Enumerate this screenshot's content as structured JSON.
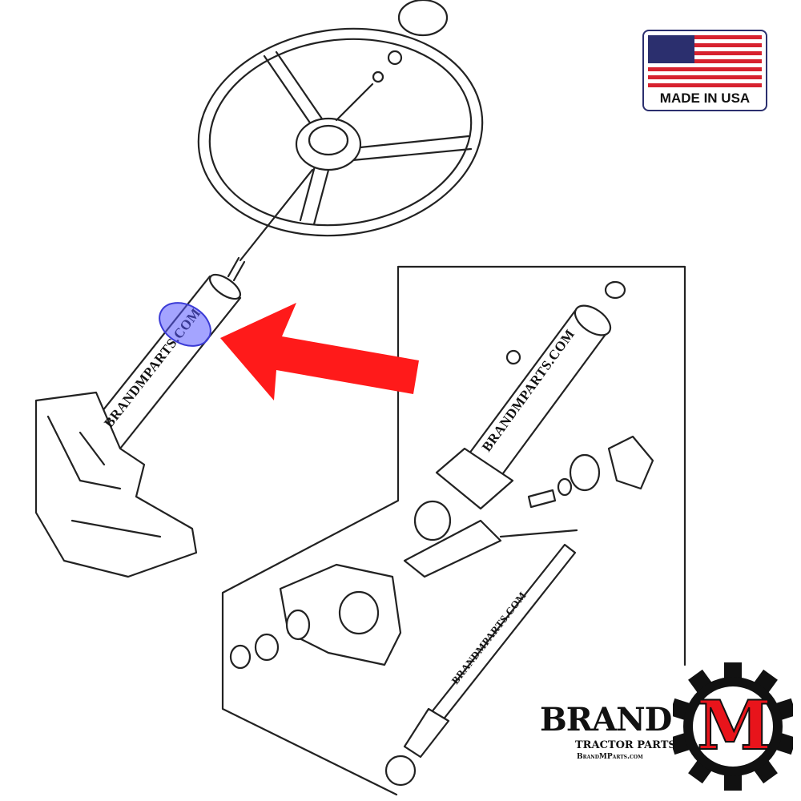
{
  "diagram": {
    "tube_labels": [
      "BRANDMPARTS.COM",
      "BRANDMPARTS.COM",
      "BRANDMPARTS.COM"
    ],
    "highlight_color": "#5a5aff",
    "arrow_color": "#ff1a1a"
  },
  "badge": {
    "text": "MADE IN USA",
    "flag_red": "#d7222f",
    "flag_blue": "#2b2f6e"
  },
  "logo": {
    "brand": "BRAND",
    "m": "M",
    "tagline": "TRACTOR PARTS",
    "url": "BrandMParts.com",
    "m_color": "#e8141b"
  }
}
